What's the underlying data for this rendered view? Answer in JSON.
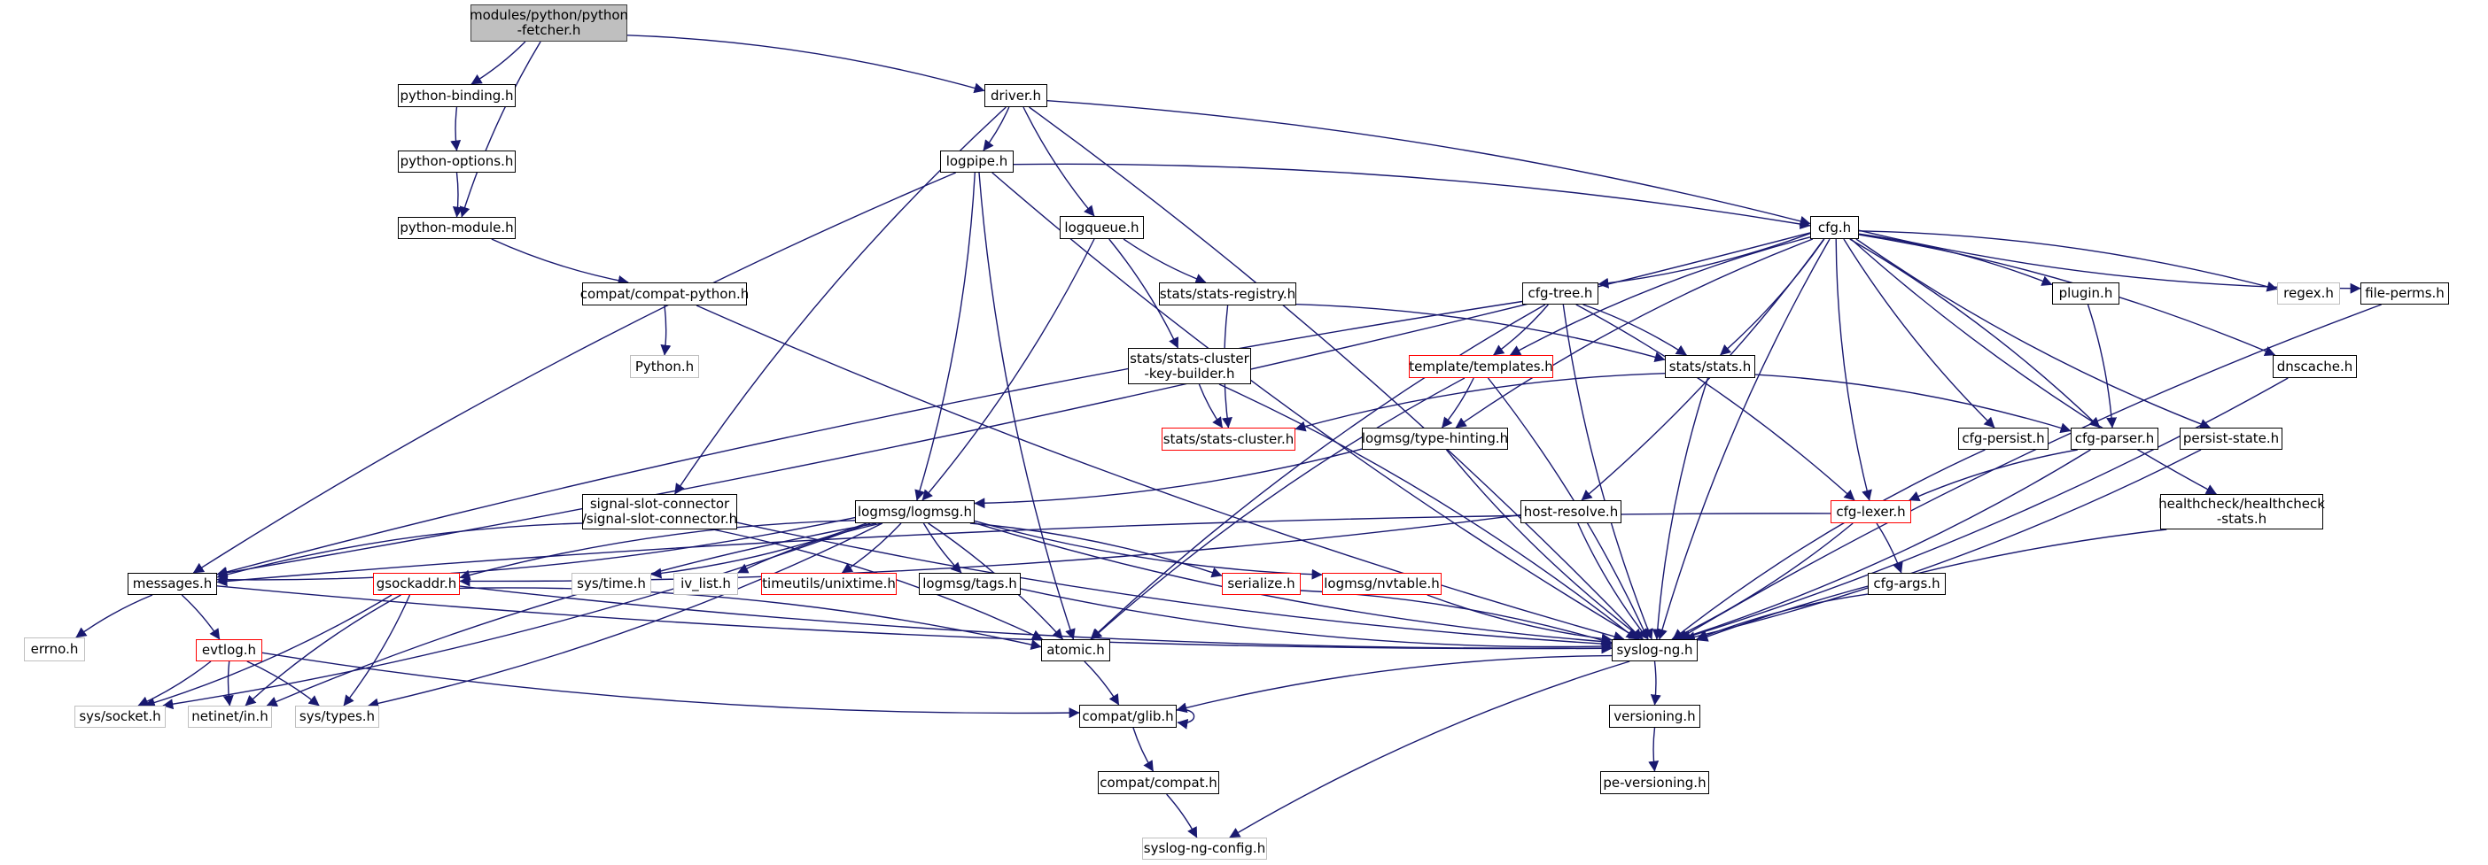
{
  "diagram": {
    "type": "include-dependency-graph",
    "edge_color": "#191970",
    "style_colors": {
      "root_fill": "#bfbfbf",
      "normal_border": "#000000",
      "truncated_border": "#ff0000",
      "external_border": "#bfbfbf"
    },
    "nodes": [
      {
        "id": "root",
        "label": "modules/python/python\n-fetcher.h",
        "kind": "root"
      },
      {
        "id": "python_binding",
        "label": "python-binding.h",
        "kind": "normal"
      },
      {
        "id": "python_options",
        "label": "python-options.h",
        "kind": "normal"
      },
      {
        "id": "python_module",
        "label": "python-module.h",
        "kind": "normal"
      },
      {
        "id": "compat_python",
        "label": "compat/compat-python.h",
        "kind": "normal"
      },
      {
        "id": "python_h",
        "label": "Python.h",
        "kind": "external"
      },
      {
        "id": "driver",
        "label": "driver.h",
        "kind": "normal"
      },
      {
        "id": "logpipe",
        "label": "logpipe.h",
        "kind": "normal"
      },
      {
        "id": "logqueue",
        "label": "logqueue.h",
        "kind": "normal"
      },
      {
        "id": "stats_registry",
        "label": "stats/stats-registry.h",
        "kind": "normal"
      },
      {
        "id": "stats_ckb",
        "label": "stats/stats-cluster\n-key-builder.h",
        "kind": "normal"
      },
      {
        "id": "stats_cluster",
        "label": "stats/stats-cluster.h",
        "kind": "truncated"
      },
      {
        "id": "signal_slot",
        "label": "signal-slot-connector\n/signal-slot-connector.h",
        "kind": "normal"
      },
      {
        "id": "logmsg",
        "label": "logmsg/logmsg.h",
        "kind": "normal"
      },
      {
        "id": "cfg",
        "label": "cfg.h",
        "kind": "normal"
      },
      {
        "id": "cfg_tree",
        "label": "cfg-tree.h",
        "kind": "normal"
      },
      {
        "id": "templates",
        "label": "template/templates.h",
        "kind": "truncated"
      },
      {
        "id": "stats",
        "label": "stats/stats.h",
        "kind": "normal"
      },
      {
        "id": "type_hinting",
        "label": "logmsg/type-hinting.h",
        "kind": "normal"
      },
      {
        "id": "host_resolve",
        "label": "host-resolve.h",
        "kind": "normal"
      },
      {
        "id": "cfg_lexer",
        "label": "cfg-lexer.h",
        "kind": "truncated"
      },
      {
        "id": "cfg_args",
        "label": "cfg-args.h",
        "kind": "normal"
      },
      {
        "id": "plugin",
        "label": "plugin.h",
        "kind": "normal"
      },
      {
        "id": "cfg_persist",
        "label": "cfg-persist.h",
        "kind": "normal"
      },
      {
        "id": "cfg_parser",
        "label": "cfg-parser.h",
        "kind": "normal"
      },
      {
        "id": "persist_state",
        "label": "persist-state.h",
        "kind": "normal"
      },
      {
        "id": "regex",
        "label": "regex.h",
        "kind": "external"
      },
      {
        "id": "file_perms",
        "label": "file-perms.h",
        "kind": "normal"
      },
      {
        "id": "dnscache",
        "label": "dnscache.h",
        "kind": "normal"
      },
      {
        "id": "healthcheck",
        "label": "healthcheck/healthcheck\n-stats.h",
        "kind": "normal"
      },
      {
        "id": "messages",
        "label": "messages.h",
        "kind": "normal"
      },
      {
        "id": "errno",
        "label": "errno.h",
        "kind": "external"
      },
      {
        "id": "evtlog",
        "label": "evtlog.h",
        "kind": "truncated"
      },
      {
        "id": "gsockaddr",
        "label": "gsockaddr.h",
        "kind": "truncated"
      },
      {
        "id": "sys_socket",
        "label": "sys/socket.h",
        "kind": "external"
      },
      {
        "id": "netinet_in",
        "label": "netinet/in.h",
        "kind": "external"
      },
      {
        "id": "sys_types",
        "label": "sys/types.h",
        "kind": "external"
      },
      {
        "id": "sys_time",
        "label": "sys/time.h",
        "kind": "external"
      },
      {
        "id": "iv_list",
        "label": "iv_list.h",
        "kind": "external"
      },
      {
        "id": "unixtime",
        "label": "timeutils/unixtime.h",
        "kind": "truncated"
      },
      {
        "id": "tags",
        "label": "logmsg/tags.h",
        "kind": "normal"
      },
      {
        "id": "serialize",
        "label": "serialize.h",
        "kind": "truncated"
      },
      {
        "id": "nvtable",
        "label": "logmsg/nvtable.h",
        "kind": "truncated"
      },
      {
        "id": "atomic",
        "label": "atomic.h",
        "kind": "normal"
      },
      {
        "id": "syslog_ng",
        "label": "syslog-ng.h",
        "kind": "normal"
      },
      {
        "id": "glib",
        "label": "compat/glib.h",
        "kind": "normal"
      },
      {
        "id": "compat",
        "label": "compat/compat.h",
        "kind": "normal"
      },
      {
        "id": "syslog_ng_config",
        "label": "syslog-ng-config.h",
        "kind": "external"
      },
      {
        "id": "versioning",
        "label": "versioning.h",
        "kind": "normal"
      },
      {
        "id": "pe_versioning",
        "label": "pe-versioning.h",
        "kind": "normal"
      }
    ],
    "edges": [
      [
        "root",
        "python_binding"
      ],
      [
        "root",
        "python_module"
      ],
      [
        "root",
        "driver"
      ],
      [
        "python_binding",
        "python_options"
      ],
      [
        "python_options",
        "python_module"
      ],
      [
        "python_module",
        "compat_python"
      ],
      [
        "compat_python",
        "python_h"
      ],
      [
        "compat_python",
        "syslog_ng"
      ],
      [
        "driver",
        "logpipe"
      ],
      [
        "driver",
        "logqueue"
      ],
      [
        "driver",
        "cfg"
      ],
      [
        "driver",
        "signal_slot"
      ],
      [
        "driver",
        "syslog_ng"
      ],
      [
        "logpipe",
        "messages"
      ],
      [
        "logpipe",
        "logmsg"
      ],
      [
        "logpipe",
        "atomic"
      ],
      [
        "logpipe",
        "cfg"
      ],
      [
        "logpipe",
        "syslog_ng"
      ],
      [
        "logqueue",
        "logmsg"
      ],
      [
        "logqueue",
        "stats_registry"
      ],
      [
        "logqueue",
        "stats_ckb"
      ],
      [
        "stats_registry",
        "stats_cluster"
      ],
      [
        "stats_registry",
        "stats"
      ],
      [
        "stats_ckb",
        "stats_cluster"
      ],
      [
        "stats_ckb",
        "syslog_ng"
      ],
      [
        "signal_slot",
        "messages"
      ],
      [
        "signal_slot",
        "atomic"
      ],
      [
        "signal_slot",
        "syslog_ng"
      ],
      [
        "cfg",
        "cfg_tree"
      ],
      [
        "cfg",
        "templates"
      ],
      [
        "cfg",
        "stats"
      ],
      [
        "cfg",
        "type_hinting"
      ],
      [
        "cfg",
        "host_resolve"
      ],
      [
        "cfg",
        "cfg_lexer"
      ],
      [
        "cfg",
        "plugin"
      ],
      [
        "cfg",
        "cfg_persist"
      ],
      [
        "cfg",
        "cfg_parser"
      ],
      [
        "cfg",
        "persist_state"
      ],
      [
        "cfg",
        "regex"
      ],
      [
        "cfg",
        "file_perms"
      ],
      [
        "cfg",
        "dnscache"
      ],
      [
        "cfg",
        "healthcheck"
      ],
      [
        "cfg",
        "messages"
      ],
      [
        "cfg",
        "syslog_ng"
      ],
      [
        "cfg_tree",
        "templates"
      ],
      [
        "cfg_tree",
        "messages"
      ],
      [
        "cfg_tree",
        "cfg_lexer"
      ],
      [
        "cfg_tree",
        "atomic"
      ],
      [
        "cfg_tree",
        "stats"
      ],
      [
        "cfg_tree",
        "syslog_ng"
      ],
      [
        "templates",
        "type_hinting"
      ],
      [
        "templates",
        "atomic"
      ],
      [
        "templates",
        "syslog_ng"
      ],
      [
        "stats",
        "stats_cluster"
      ],
      [
        "stats",
        "cfg_parser"
      ],
      [
        "stats",
        "syslog_ng"
      ],
      [
        "type_hinting",
        "logmsg"
      ],
      [
        "type_hinting",
        "syslog_ng"
      ],
      [
        "host_resolve",
        "gsockaddr"
      ],
      [
        "host_resolve",
        "syslog_ng"
      ],
      [
        "cfg_lexer",
        "cfg_args"
      ],
      [
        "cfg_lexer",
        "messages"
      ],
      [
        "cfg_lexer",
        "syslog_ng"
      ],
      [
        "cfg_args",
        "syslog_ng"
      ],
      [
        "plugin",
        "cfg_parser"
      ],
      [
        "cfg_parser",
        "cfg_lexer"
      ],
      [
        "cfg_parser",
        "syslog_ng"
      ],
      [
        "cfg_persist",
        "syslog_ng"
      ],
      [
        "persist_state",
        "syslog_ng"
      ],
      [
        "file_perms",
        "syslog_ng"
      ],
      [
        "dnscache",
        "syslog_ng"
      ],
      [
        "healthcheck",
        "syslog_ng"
      ],
      [
        "logmsg",
        "messages"
      ],
      [
        "logmsg",
        "gsockaddr"
      ],
      [
        "logmsg",
        "sys_time"
      ],
      [
        "logmsg",
        "iv_list"
      ],
      [
        "logmsg",
        "unixtime"
      ],
      [
        "logmsg",
        "tags"
      ],
      [
        "logmsg",
        "serialize"
      ],
      [
        "logmsg",
        "nvtable"
      ],
      [
        "logmsg",
        "atomic"
      ],
      [
        "logmsg",
        "syslog_ng"
      ],
      [
        "logmsg",
        "sys_types"
      ],
      [
        "logmsg",
        "netinet_in"
      ],
      [
        "logmsg",
        "sys_socket"
      ],
      [
        "messages",
        "errno"
      ],
      [
        "messages",
        "evtlog"
      ],
      [
        "messages",
        "syslog_ng"
      ],
      [
        "evtlog",
        "sys_socket"
      ],
      [
        "evtlog",
        "netinet_in"
      ],
      [
        "evtlog",
        "sys_types"
      ],
      [
        "evtlog",
        "glib"
      ],
      [
        "gsockaddr",
        "sys_socket"
      ],
      [
        "gsockaddr",
        "netinet_in"
      ],
      [
        "gsockaddr",
        "sys_types"
      ],
      [
        "gsockaddr",
        "syslog_ng"
      ],
      [
        "gsockaddr",
        "atomic"
      ],
      [
        "tags",
        "syslog_ng"
      ],
      [
        "serialize",
        "syslog_ng"
      ],
      [
        "nvtable",
        "syslog_ng"
      ],
      [
        "atomic",
        "glib"
      ],
      [
        "syslog_ng",
        "glib"
      ],
      [
        "syslog_ng",
        "versioning"
      ],
      [
        "syslog_ng",
        "syslog_ng_config"
      ],
      [
        "glib",
        "glib"
      ],
      [
        "glib",
        "compat"
      ],
      [
        "compat",
        "syslog_ng_config"
      ],
      [
        "versioning",
        "pe_versioning"
      ]
    ]
  }
}
